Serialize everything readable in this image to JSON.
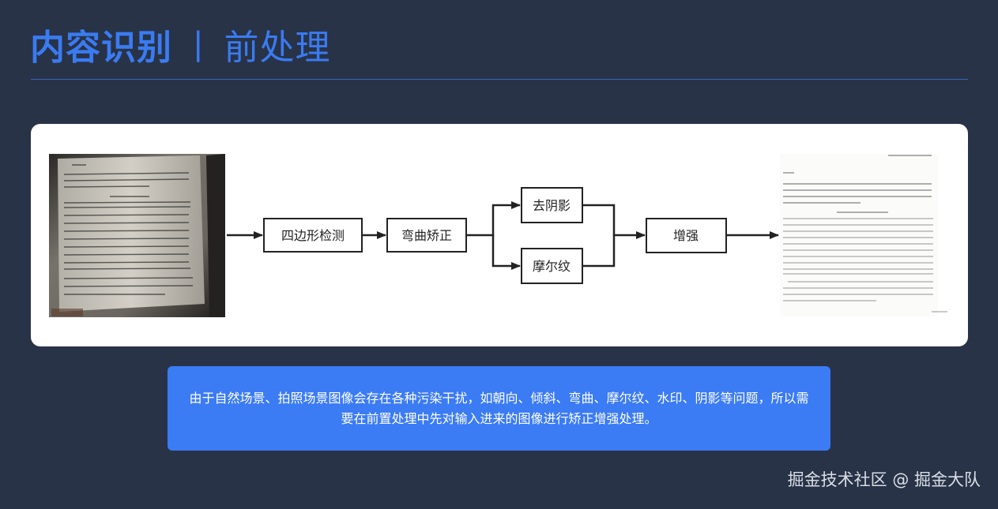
{
  "header": {
    "title": "内容识别",
    "separator": "|",
    "subtitle": "前处理"
  },
  "diagram": {
    "input_image": "photographed-book-page",
    "output_image": "corrected-scanned-page",
    "nodes": [
      {
        "id": "quad",
        "label": "四边形检测"
      },
      {
        "id": "curve",
        "label": "弯曲矫正"
      },
      {
        "id": "shadow",
        "label": "去阴影"
      },
      {
        "id": "moire",
        "label": "摩尔纹"
      },
      {
        "id": "enhance",
        "label": "增强"
      }
    ],
    "edges": [
      [
        "input",
        "quad"
      ],
      [
        "quad",
        "curve"
      ],
      [
        "curve",
        "shadow"
      ],
      [
        "curve",
        "moire"
      ],
      [
        "shadow",
        "enhance"
      ],
      [
        "moire",
        "enhance"
      ],
      [
        "enhance",
        "output"
      ]
    ]
  },
  "caption": {
    "text": "由于自然场景、拍照场景图像会存在各种污染干扰，如朝向、倾斜、弯曲、摩尔纹、水印、阴影等问题，所以需要在前置处理中先对输入进来的图像进行矫正增强处理。"
  },
  "watermark": {
    "text": "掘金技术社区 @ 掘金大队"
  },
  "colors": {
    "background": "#283348",
    "accent": "#3a7bf1",
    "caption_bg": "#3b7bf4",
    "card": "#ffffff"
  }
}
